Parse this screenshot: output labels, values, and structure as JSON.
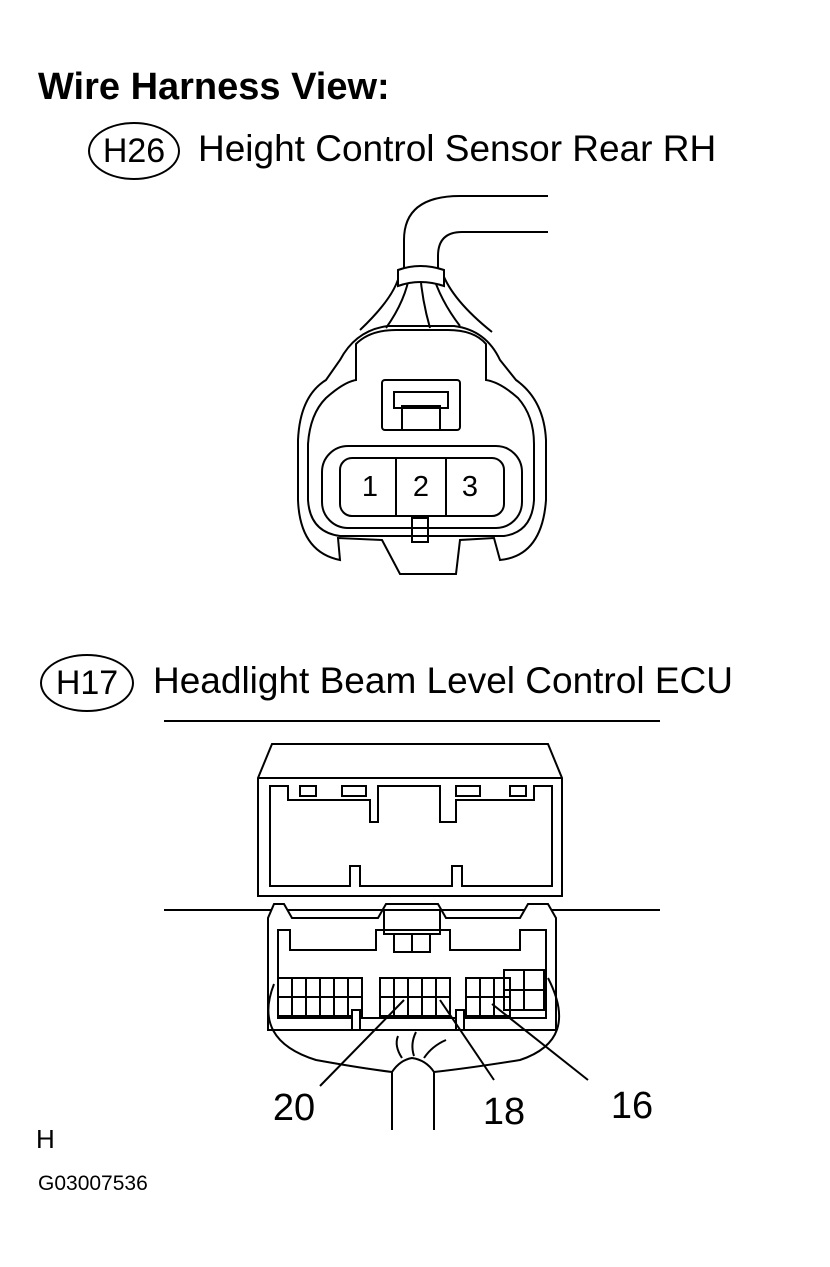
{
  "heading": "Wire Harness View:",
  "connectors": [
    {
      "code": "H26",
      "name": "Height Control Sensor Rear RH",
      "pins": [
        "1",
        "2",
        "3"
      ]
    },
    {
      "code": "H17",
      "name": "Headlight Beam Level Control ECU"
    }
  ],
  "callouts": [
    "20",
    "18",
    "16"
  ],
  "footer": {
    "letter": "H",
    "figure_id": "G03007536"
  }
}
